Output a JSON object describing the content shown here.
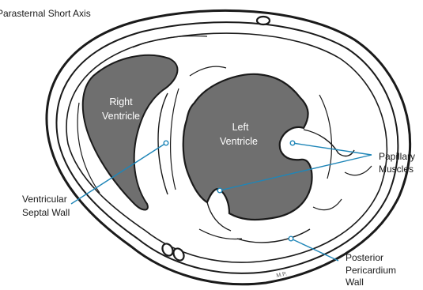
{
  "title": "Parasternal Short Axis",
  "labels": {
    "right_ventricle": [
      "Right",
      "Ventricle"
    ],
    "left_ventricle": [
      "Left",
      "Ventricle"
    ],
    "papillary_muscles": [
      "Papillary",
      "Muscles"
    ],
    "ventricular_septal_wall": [
      "Ventricular",
      "Septal Wall"
    ],
    "posterior_pericardium_wall": [
      "Posterior",
      "Pericardium",
      "Wall"
    ]
  },
  "signature": "M.P.",
  "colors": {
    "chamber_fill": "#6f6f6f",
    "leader_line": "#1f86b8",
    "outline": "#1a1a1a"
  }
}
